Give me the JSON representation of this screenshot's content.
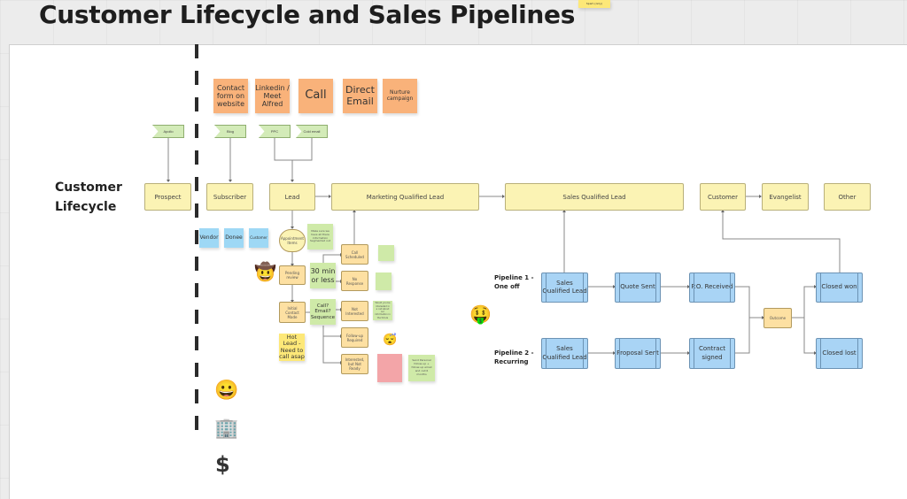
{
  "title": "Customer Lifecycle and Sales Pipelines",
  "top_note": "Spam (only)",
  "lifecycle_label": "Customer Lifecycle",
  "channels": [
    {
      "label": "Contact form on website"
    },
    {
      "label": "Linkedin / Meet Alfred"
    },
    {
      "label": "Call"
    },
    {
      "label": "Direct Email"
    },
    {
      "label": "Nurture campaign"
    }
  ],
  "sources": [
    {
      "label": "Apollo"
    },
    {
      "label": "Blog"
    },
    {
      "label": "PPC"
    },
    {
      "label": "Cold email"
    }
  ],
  "stages": [
    {
      "label": "Prospect"
    },
    {
      "label": "Subscriber"
    },
    {
      "label": "Lead"
    },
    {
      "label": "Marketing Qualified Lead"
    },
    {
      "label": "Sales Qualified Lead"
    },
    {
      "label": "Customer"
    },
    {
      "label": "Evangelist"
    },
    {
      "label": "Other"
    }
  ],
  "contact_types": [
    {
      "label": "Vendor"
    },
    {
      "label": "Donee"
    },
    {
      "label": "Customer"
    }
  ],
  "lead_flow": {
    "appointment": "Appointment Items",
    "appointment_note": "Make sure we have all there information Segmented out",
    "pending_review": "Pending review",
    "initial_contact": "Initial Contact Made",
    "thirty_min": "30 min or less",
    "call_email": "Call? Email? Sequence",
    "hot_lead": "Hot Lead - Need to call asap",
    "outcomes": [
      {
        "label": "Call Scheduled"
      },
      {
        "label": "No Response"
      },
      {
        "label": "Not Interested"
      },
      {
        "label": "Follow-up Required"
      },
      {
        "label": "Interested, but Not Ready"
      }
    ],
    "not_interested_note": "Would you be interested in a call about our information in the future",
    "followup_note": "Send Personal follow-up + follow-up email and call 6 months"
  },
  "pipelines": [
    {
      "label": "Pipeline 1 - One off",
      "steps": [
        {
          "label": "Sales Qualified Lead"
        },
        {
          "label": "Quote Sent"
        },
        {
          "label": "P.O. Received"
        }
      ]
    },
    {
      "label": "Pipeline 2 - Recurring",
      "steps": [
        {
          "label": "Sales Qualified Lead"
        },
        {
          "label": "Proposal Sent"
        },
        {
          "label": "Contract signed"
        }
      ]
    }
  ],
  "outcome_box": "Outcome",
  "closed": [
    {
      "label": "Closed won"
    },
    {
      "label": "Closed lost"
    }
  ],
  "legend_icons": {
    "smile": "😀",
    "building": "🏢",
    "dollar": "$",
    "cowboy": "🤠",
    "money_mouth": "🤑",
    "sleepy": "😴"
  }
}
